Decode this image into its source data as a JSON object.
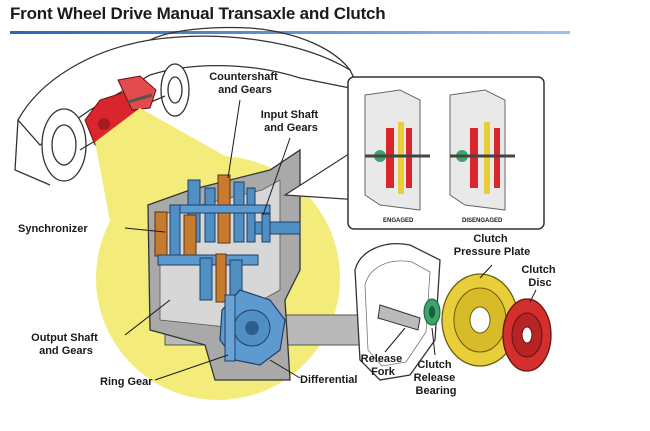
{
  "title": "Front Wheel Drive Manual Transaxle and Clutch",
  "labels": {
    "countershaft": [
      "Countershaft",
      "and Gears"
    ],
    "input_shaft": [
      "Input Shaft",
      "and Gears"
    ],
    "synchronizer": [
      "Synchronizer"
    ],
    "output_shaft": [
      "Output Shaft",
      "and Gears"
    ],
    "ring_gear": [
      "Ring Gear"
    ],
    "differential": [
      "Differential"
    ],
    "release_fork": [
      "Release",
      "Fork"
    ],
    "release_bearing": [
      "Clutch",
      "Release",
      "Bearing"
    ],
    "pressure_plate": [
      "Clutch",
      "Pressure Plate"
    ],
    "clutch_disc": [
      "Clutch",
      "Disc"
    ],
    "engaged": "ENGAGED",
    "disengaged": "DISENGAGED"
  },
  "colors": {
    "title_rule": "#2c63b5",
    "highlight_circle": "#f3ec7a",
    "case": "#a9a9a9",
    "gears_blue": "#4f8fc4",
    "gears_orange": "#c87a2e",
    "transaxle_red": "#d9262c",
    "pressure_plate": "#e8cf3a",
    "clutch_disc": "#d32f2f",
    "release_bearing": "#3aa56a"
  }
}
